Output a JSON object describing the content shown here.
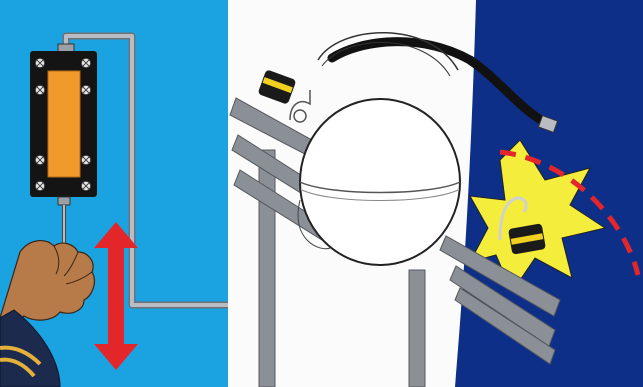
{
  "illustration": {
    "colors": {
      "left_background": "#1aa3e0",
      "center_background": "#fbfbfb",
      "right_background": "#0d2f88",
      "indicator_frame": "#141414",
      "indicator_fill": "#ef9a2a",
      "arrow": "#e2262a",
      "dashed_arc": "#e2262a",
      "burst": "#f5ed3b",
      "rails": "#8b8f96",
      "pipe": "#a8acb2",
      "skin": "#b77a49",
      "sleeve": "#1b2a4d",
      "sleeve_stripe": "#e6b13a",
      "light_body": "#1a1a1a",
      "light_band": "#f0d020"
    },
    "icons": [
      "handle-mount-indicator",
      "hand-pulling-handle",
      "up-down-arrow",
      "lifebuoy-sphere",
      "strap",
      "marker-light",
      "release-burst",
      "swing-arc"
    ]
  }
}
